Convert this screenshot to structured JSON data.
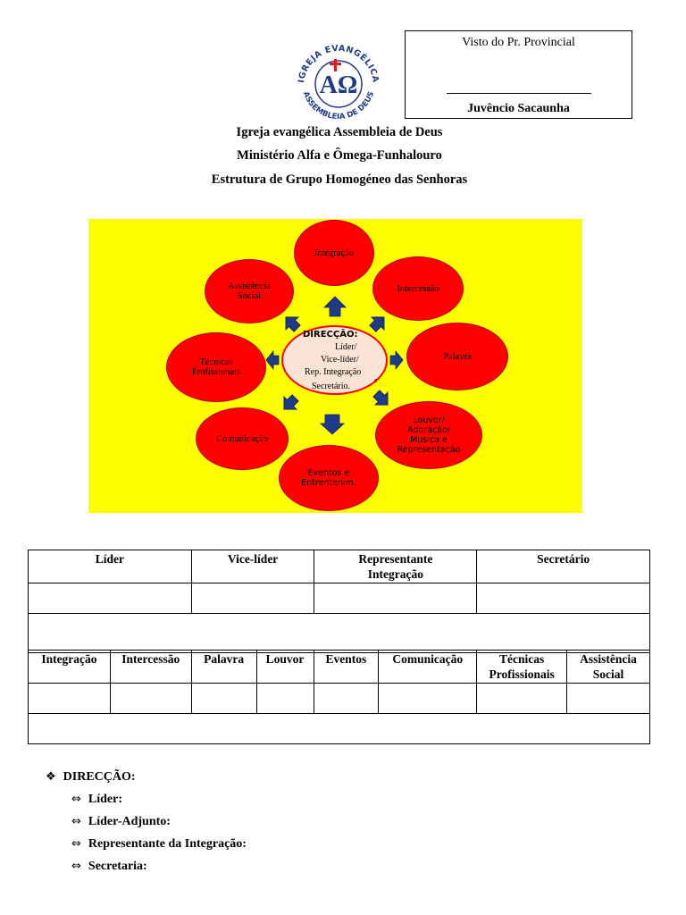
{
  "approval": {
    "label": "Visto do Pr. Provincial",
    "signature_line": "_____________________",
    "signer": "Juvêncio Sacaunha"
  },
  "logo": {
    "top_text": "IGREJA EVANGÉLICA",
    "bottom_text": "ASSEMBLEIA DE DEUS",
    "glyphs": "AΩ"
  },
  "header": {
    "line1": "Igreja evangélica Assembleia de Deus",
    "line2": "Ministério Alfa e Ômega-Funhalouro",
    "line3": "Estrutura de Grupo Homogéneo das Senhoras"
  },
  "diagram": {
    "center": {
      "title": "DIRECÇÃO:",
      "l1": "Líder/",
      "l2": "Vice-líder/",
      "l3": "Rep. Integração",
      "l3b": "e",
      "l4": "Secretário."
    },
    "petals": {
      "integracao": "Integração",
      "assistencia_1": "Assistência",
      "assistencia_2": "Social",
      "intercessao": "Intercessão",
      "tecnicas_1": "Técnicas",
      "tecnicas_2": "Profissionais",
      "palavra": "Palavra",
      "comunicacao": "Comunicação",
      "louvor_1": "Louvor/",
      "louvor_2": "Adoração/",
      "louvor_3": "Musica e",
      "louvor_4": "Representação",
      "eventos_1": "Eventos e",
      "eventos_2": "Entrentenim."
    },
    "colors": {
      "background": "#ffff00",
      "petal": "#ff0000",
      "center": "#fbe4d5",
      "arrow": "#1f3a8a"
    }
  },
  "table1": {
    "headers": [
      "Líder",
      "Vice-líder",
      "Representante\nIntegração",
      "Secretário"
    ]
  },
  "table2": {
    "headers": [
      "Integração",
      "Intercessão",
      "Palavra",
      "Louvor",
      "Eventos",
      "Comunicação",
      "Técnicas\nProfissionais",
      "Assistência\nSocial"
    ]
  },
  "list": {
    "title": "DIRECÇÃO:",
    "title_bullet": "❖",
    "item_bullet": "⇔",
    "items": [
      "Líder:",
      "Líder-Adjunto:",
      "Representante da Integração:",
      "Secretaria:"
    ]
  }
}
